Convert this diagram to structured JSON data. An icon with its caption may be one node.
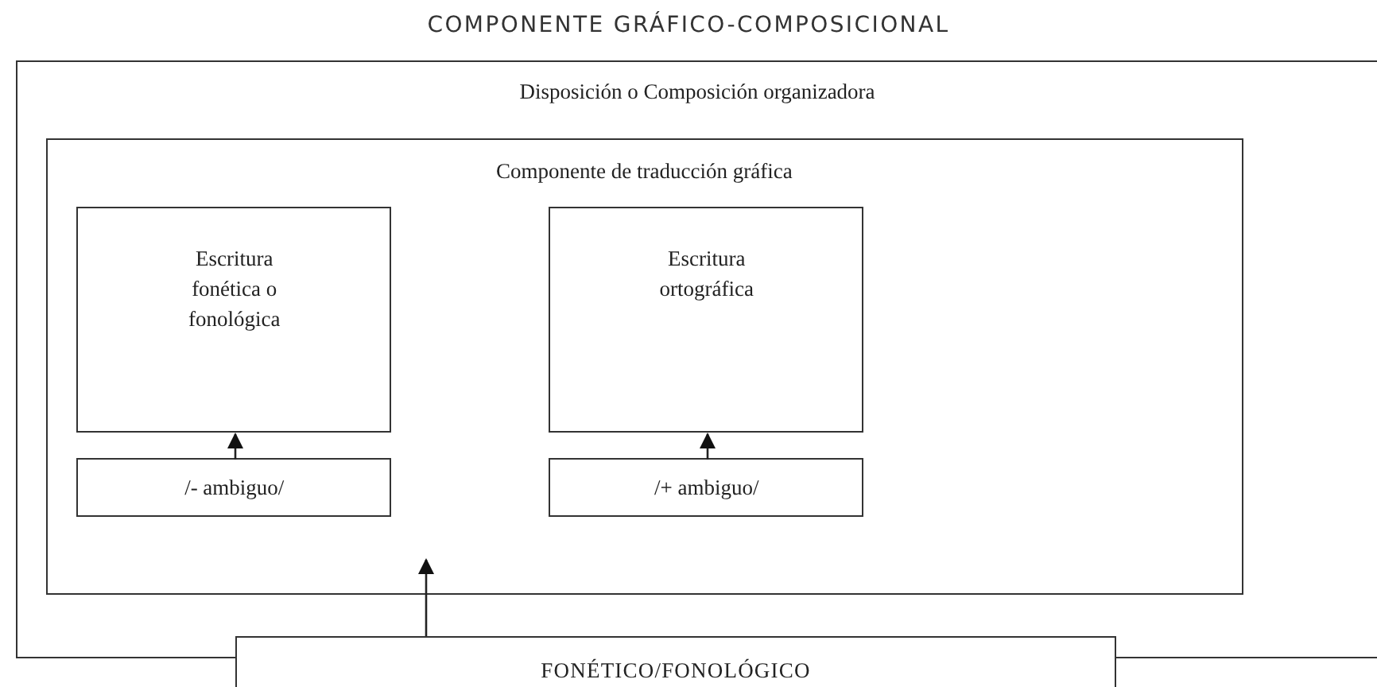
{
  "diagram": {
    "title": "COMPONENTE GRÁFICO-COMPOSICIONAL",
    "nodes": [
      {
        "text": [
          "Disposición o Composición organizadora"
        ]
      },
      {
        "text": [
          "Componente de traducción gráfica"
        ],
        "in": 0
      },
      {
        "text": [
          "Escritura fonética o fonológica"
        ],
        "in": 1
      },
      {
        "text": [
          "Escritura ortográfica"
        ],
        "in": 1
      },
      {
        "text": [
          "/- ambiguo/"
        ],
        "in": 1
      },
      {
        "text": [
          "/+ ambiguo/"
        ],
        "in": 1
      },
      {
        "text": [
          "FONÉTICO/FONOLÓGICO"
        ]
      }
    ],
    "edges": [
      {
        "from": 4,
        "to": 2,
        "arrow": "to"
      },
      {
        "from": 5,
        "to": 3,
        "arrow": "to"
      },
      {
        "from": 6,
        "to": 1,
        "arrow": "to"
      }
    ]
  }
}
